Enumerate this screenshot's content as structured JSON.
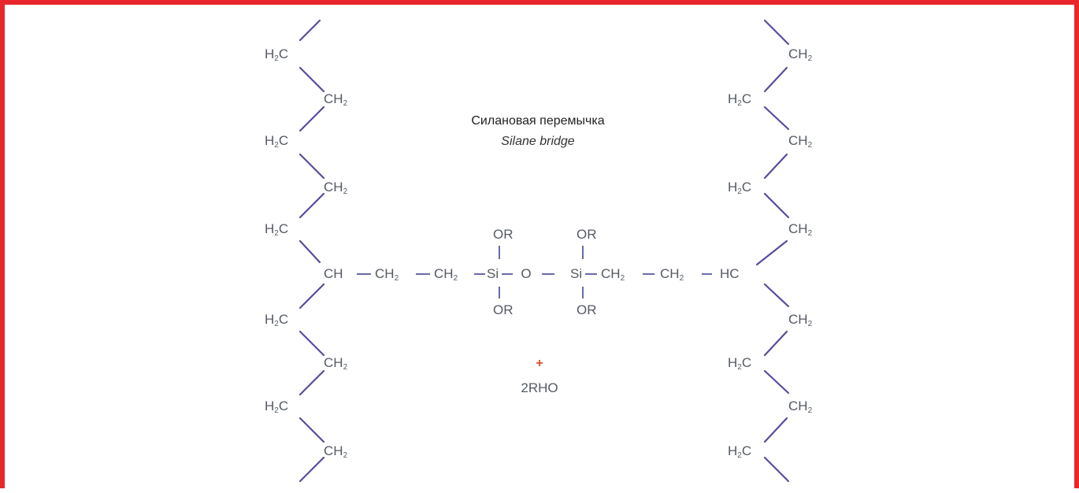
{
  "title": {
    "ru": "Силановая перемычка",
    "en": "Silane bridge"
  },
  "groups": {
    "h2c_main": "H",
    "h2c_tail": "C",
    "ch2_main": "CH",
    "sub2": "2",
    "ch": "CH",
    "hc": "HC",
    "si": "Si",
    "o": "O",
    "or": "OR"
  },
  "bridge": {
    "left_ch2_a": "CH",
    "left_ch2_b": "CH",
    "right_ch2_a": "CH",
    "right_ch2_b": "CH"
  },
  "plus_sign": "+",
  "byproduct": "2RHO",
  "colors": {
    "frame": "#e8262b",
    "bond": "#5b4a9e",
    "text": "#555a63",
    "plus": "#e04a2a"
  }
}
